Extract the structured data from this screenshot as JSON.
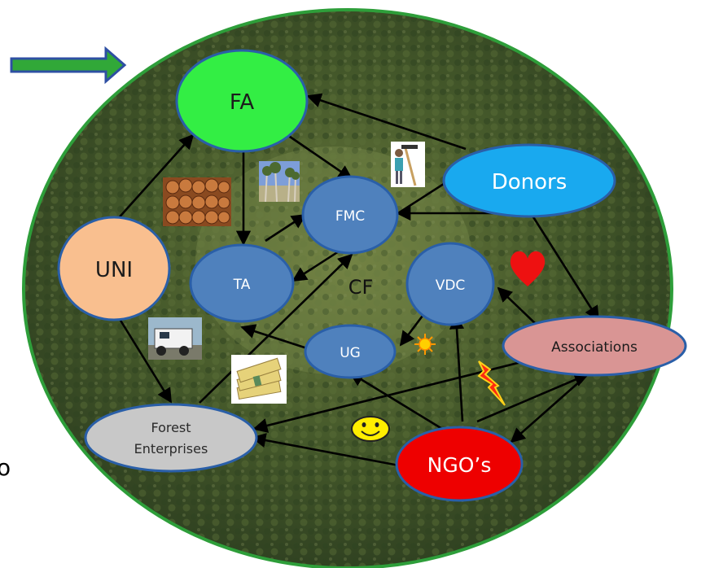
{
  "diagram": {
    "center_label": "CF",
    "stray_glyph": "o",
    "nodes": {
      "fa": "FA",
      "donors": "Donors",
      "fmc": "FMC",
      "uni": "UNI",
      "ta": "TA",
      "vdc": "VDC",
      "ug": "UG",
      "associations": "Associations",
      "forest_enterprises_line1": "Forest",
      "forest_enterprises_line2": "Enterprises",
      "ngos": "NGO’s"
    },
    "colors": {
      "fa": "#33ee44",
      "donors": "#19a9ef",
      "inner_nodes": "#4f81bd",
      "uni": "#f9bf8f",
      "associations": "#d99594",
      "forest_enterprises": "#c8c8c8",
      "ngos": "#ee0000",
      "background_forest": "#3d4f24",
      "border": "#2e9e3a",
      "arrow": "#000000",
      "heart": "#ee1111",
      "smiley": "#ffee00",
      "sun": "#ff9900"
    },
    "icons": [
      "timber-photo-icon",
      "trees-photo-icon",
      "surveyor-photo-icon",
      "truck-photo-icon",
      "money-photo-icon",
      "heart-icon",
      "sun-icon",
      "lightning-icon",
      "smiley-icon",
      "navigation-arrow-icon"
    ]
  }
}
